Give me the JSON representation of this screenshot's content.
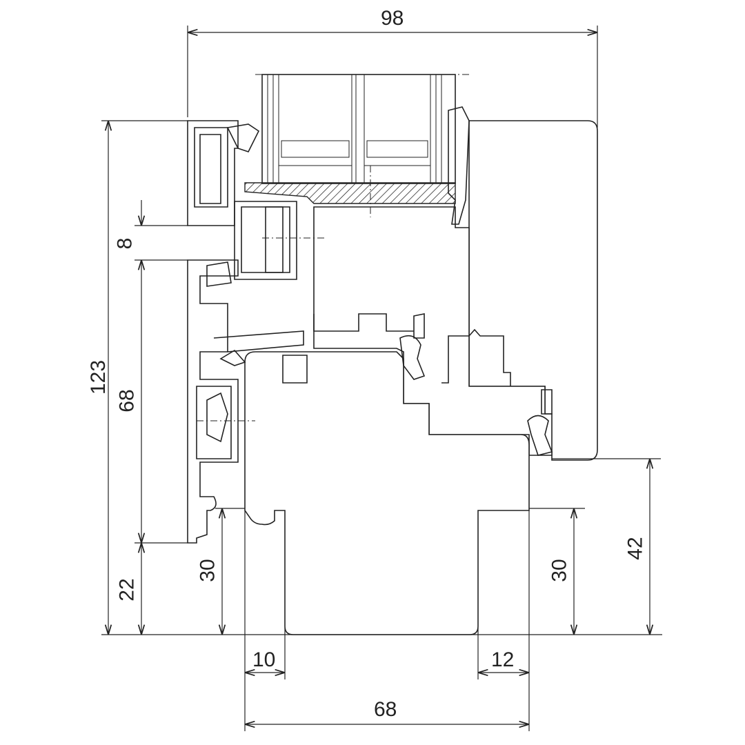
{
  "drawing": {
    "title": "Window section detail (wood-aluminium)",
    "dimensions": {
      "overall_width": "98",
      "overall_height": "123",
      "gap": "8",
      "cladding_height": "68",
      "bottom_offset": "22",
      "left_groove_height": "30",
      "right_groove_height": "30",
      "frame_rebate_height": "42",
      "left_groove_width": "10",
      "right_groove_width": "12",
      "sill_width": "68"
    },
    "colors": {
      "line": "#222222",
      "background": "#ffffff"
    }
  }
}
